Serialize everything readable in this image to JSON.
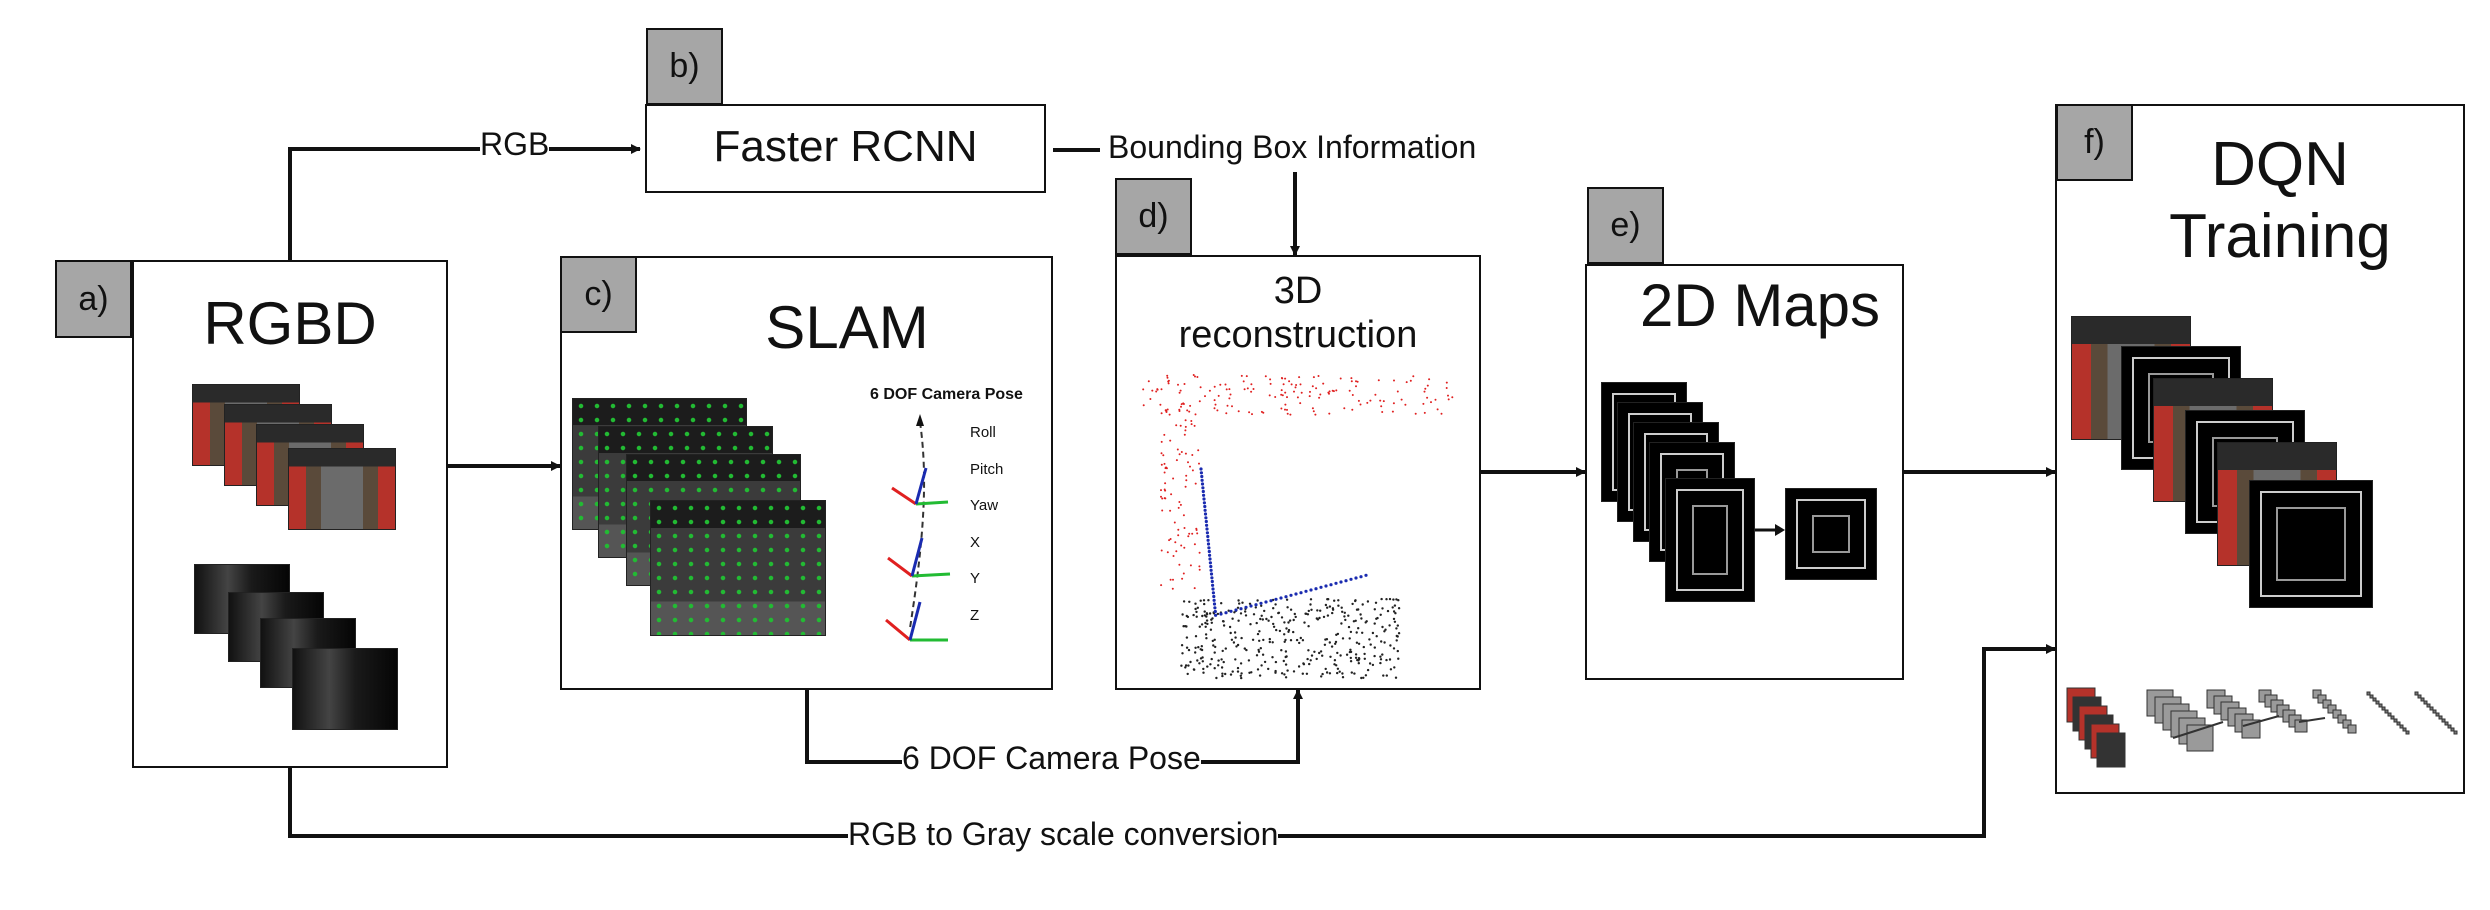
{
  "tags": {
    "a": "a)",
    "b": "b)",
    "c": "c)",
    "d": "d)",
    "e": "e)",
    "f": "f)"
  },
  "boxes": {
    "rgbd": "RGBD",
    "faster_rcnn": "Faster RCNN",
    "slam": "SLAM",
    "reconstruction_line1": "3D",
    "reconstruction_line2": "reconstruction",
    "maps": "2D Maps",
    "dqn_line1": "DQN",
    "dqn_line2": "Training"
  },
  "edges": {
    "rgb": "RGB",
    "bounding_box": "Bounding Box Information",
    "camera_pose": "6 DOF Camera Pose",
    "gray_conversion": "RGB to Gray scale conversion"
  },
  "pose_legend": {
    "title": "6 DOF Camera Pose",
    "items": [
      "Roll",
      "Pitch",
      "Yaw",
      "X",
      "Y",
      "Z"
    ]
  },
  "colors": {
    "tag_fill": "#a6a6a6",
    "axis_red": "#e02020",
    "axis_green": "#22bb33",
    "axis_blue": "#1a2bb0",
    "game_red": "#b5322a",
    "game_wall": "#5a4a3a"
  }
}
